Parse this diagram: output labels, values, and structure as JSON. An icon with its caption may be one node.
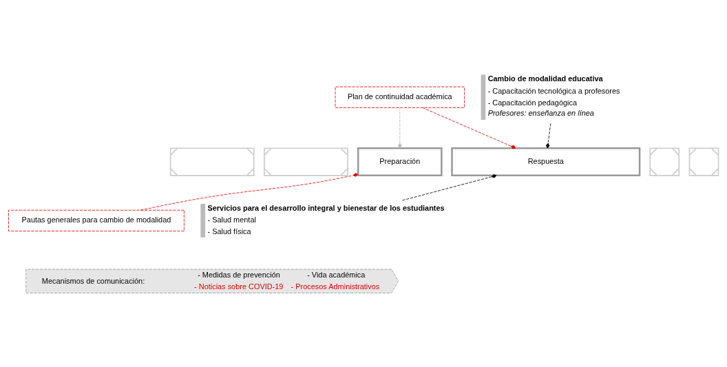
{
  "diagram": {
    "nodes": [
      {
        "text": [],
        "shape": "box"
      },
      {
        "text": [],
        "shape": "box"
      },
      {
        "text": [
          "Preparación"
        ]
      },
      {
        "text": [
          "Respuesta"
        ]
      },
      {
        "text": [],
        "shape": "box"
      },
      {
        "text": [],
        "shape": "box"
      },
      {
        "text": [
          "Plan de continuidad académica"
        ]
      },
      {
        "text": [
          "Cambio de modalidad educativa",
          "- Capacitación tecnológica a profesores",
          "- Capacitación pedagógica",
          "Profesores: enseñanza en línea"
        ]
      },
      {
        "text": [
          "Pautas generales para cambio de modalidad"
        ]
      },
      {
        "text": [
          "Servicios para el desarrollo integral y bienestar de los estudiantes",
          "- Salud mental",
          "- Salud física"
        ]
      },
      {
        "text": [
          "Mecanismos de comunicación:",
          "- Medidas de prevención",
          "- Vida académica",
          "- Noticias sobre COVID-19",
          "- Procesos Administrativos"
        ]
      }
    ],
    "edges": [
      {
        "from": 6,
        "to": 2,
        "arrow": "other",
        "style": "dashed",
        "color": "#bbbbbb"
      },
      {
        "from": 6,
        "to": 3,
        "arrow": "other",
        "style": "dashed",
        "color": "#e00000"
      },
      {
        "from": 7,
        "to": 3,
        "arrow": "other",
        "style": "dashed",
        "color": "#000000"
      },
      {
        "from": 8,
        "to": 2,
        "arrow": "other",
        "style": "dashed",
        "color": "#e00000"
      },
      {
        "from": 9,
        "to": 3,
        "arrow": "other",
        "style": "dashed",
        "color": "#000000"
      }
    ]
  }
}
